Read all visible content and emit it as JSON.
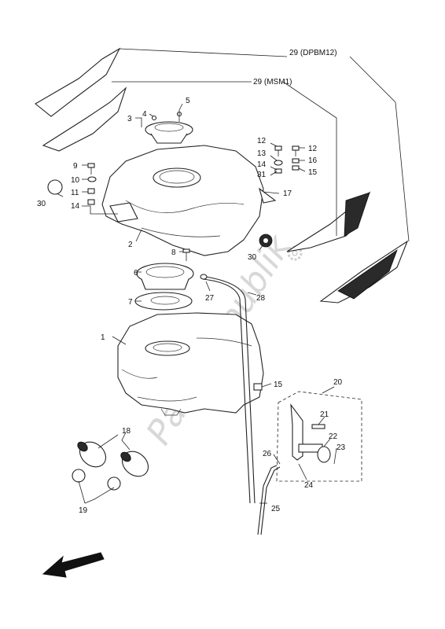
{
  "watermark": "PartsRepublik",
  "callouts": [
    {
      "id": "c1",
      "text": "1"
    },
    {
      "id": "c2",
      "text": "2"
    },
    {
      "id": "c3",
      "text": "3"
    },
    {
      "id": "c4",
      "text": "4"
    },
    {
      "id": "c5",
      "text": "5"
    },
    {
      "id": "c6",
      "text": "6"
    },
    {
      "id": "c7",
      "text": "7"
    },
    {
      "id": "c8",
      "text": "8"
    },
    {
      "id": "c9",
      "text": "9"
    },
    {
      "id": "c10",
      "text": "10"
    },
    {
      "id": "c11",
      "text": "11"
    },
    {
      "id": "c12a",
      "text": "12"
    },
    {
      "id": "c12b",
      "text": "12"
    },
    {
      "id": "c13",
      "text": "13"
    },
    {
      "id": "c14a",
      "text": "14"
    },
    {
      "id": "c14b",
      "text": "14"
    },
    {
      "id": "c15a",
      "text": "15"
    },
    {
      "id": "c15b",
      "text": "15"
    },
    {
      "id": "c16",
      "text": "16"
    },
    {
      "id": "c17",
      "text": "17"
    },
    {
      "id": "c18",
      "text": "18"
    },
    {
      "id": "c19",
      "text": "19"
    },
    {
      "id": "c20",
      "text": "20"
    },
    {
      "id": "c21",
      "text": "21"
    },
    {
      "id": "c22",
      "text": "22"
    },
    {
      "id": "c23",
      "text": "23"
    },
    {
      "id": "c24",
      "text": "24"
    },
    {
      "id": "c25",
      "text": "25"
    },
    {
      "id": "c26",
      "text": "26"
    },
    {
      "id": "c27",
      "text": "27"
    },
    {
      "id": "c28",
      "text": "28"
    },
    {
      "id": "c29a",
      "text": "29 (DPBM12)"
    },
    {
      "id": "c29b",
      "text": "29 (MSM1)"
    },
    {
      "id": "c30a",
      "text": "30"
    },
    {
      "id": "c30b",
      "text": "30"
    },
    {
      "id": "c31",
      "text": "31"
    }
  ],
  "icons": {
    "direction": "front-direction-arrow-icon",
    "watermark_gear": "gear-icon"
  }
}
